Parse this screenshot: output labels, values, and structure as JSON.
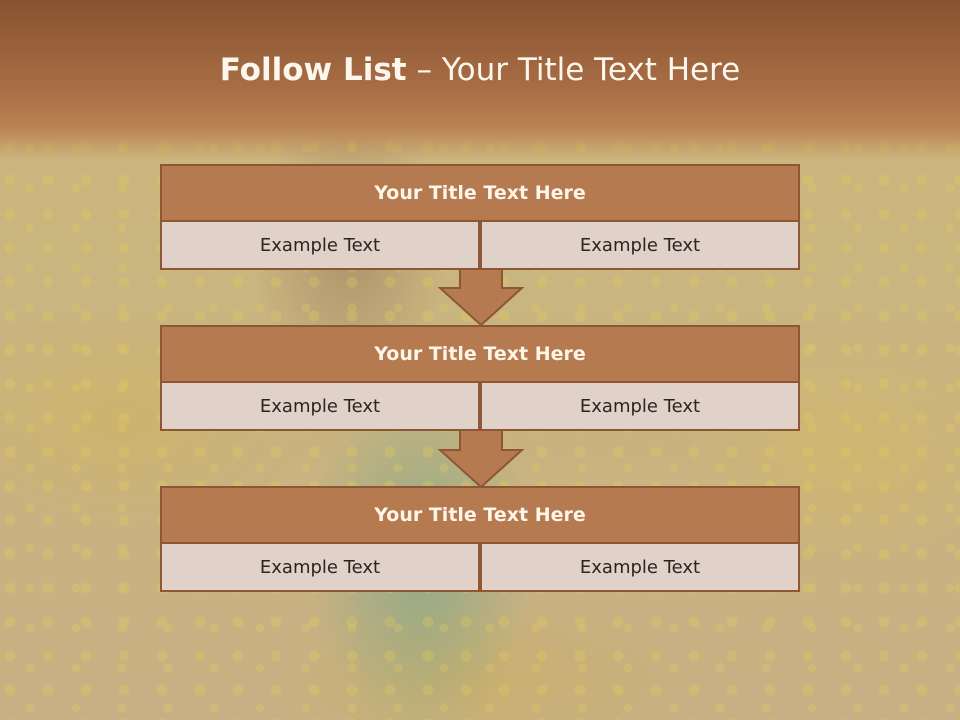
{
  "slide": {
    "title_bold": "Follow List",
    "title_rest": " – Your Title Text Here",
    "colors": {
      "header": "#a86d45",
      "box_title": "#b67a50",
      "box_cell": "#e0d1c9",
      "border": "#8d5635"
    }
  },
  "blocks": [
    {
      "title": "Your Title Text Here",
      "left_text": "Example Text",
      "right_text": "Example Text"
    },
    {
      "title": "Your Title Text Here",
      "left_text": "Example Text",
      "right_text": "Example Text"
    },
    {
      "title": "Your Title Text Here",
      "left_text": "Example Text",
      "right_text": "Example Text"
    }
  ],
  "arrows": [
    {
      "icon": "down-arrow-icon"
    },
    {
      "icon": "down-arrow-icon"
    }
  ]
}
